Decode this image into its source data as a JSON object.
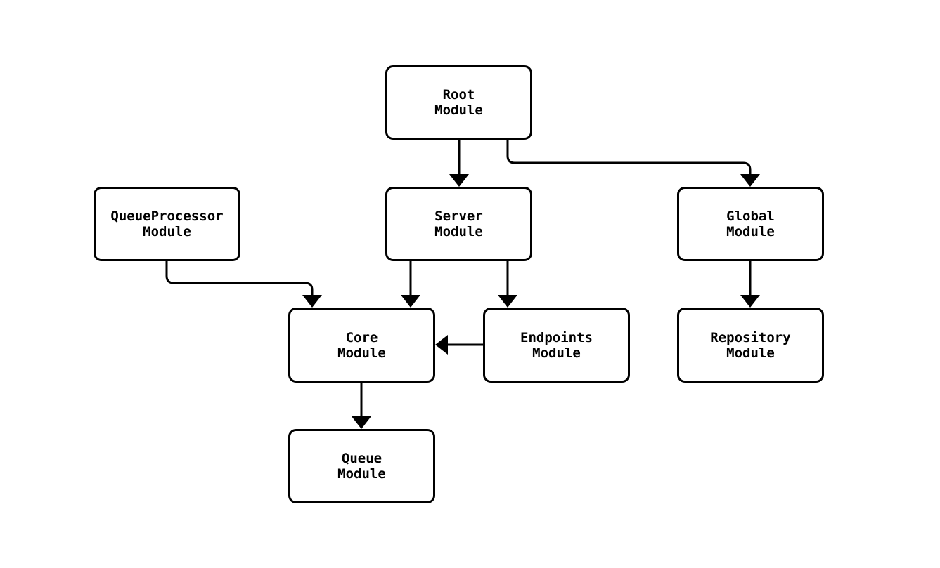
{
  "diagram": {
    "type": "flowchart",
    "background_color": "#ffffff",
    "node_fill_color": "#ffffff",
    "node_border_color": "#000000",
    "edge_color": "#000000",
    "text_color": "#000000",
    "nodes": {
      "root": {
        "label": "Root\nModule"
      },
      "server": {
        "label": "Server\nModule"
      },
      "queue_processor": {
        "label": "QueueProcessor\nModule"
      },
      "global": {
        "label": "Global\nModule"
      },
      "core": {
        "label": "Core\nModule"
      },
      "endpoints": {
        "label": "Endpoints\nModule"
      },
      "repository": {
        "label": "Repository\nModule"
      },
      "queue": {
        "label": "Queue\nModule"
      }
    },
    "edges": [
      {
        "from": "root",
        "to": "server"
      },
      {
        "from": "root",
        "to": "global"
      },
      {
        "from": "queue_processor",
        "to": "core"
      },
      {
        "from": "server",
        "to": "core"
      },
      {
        "from": "server",
        "to": "endpoints"
      },
      {
        "from": "endpoints",
        "to": "core"
      },
      {
        "from": "global",
        "to": "repository"
      },
      {
        "from": "core",
        "to": "queue"
      }
    ]
  }
}
